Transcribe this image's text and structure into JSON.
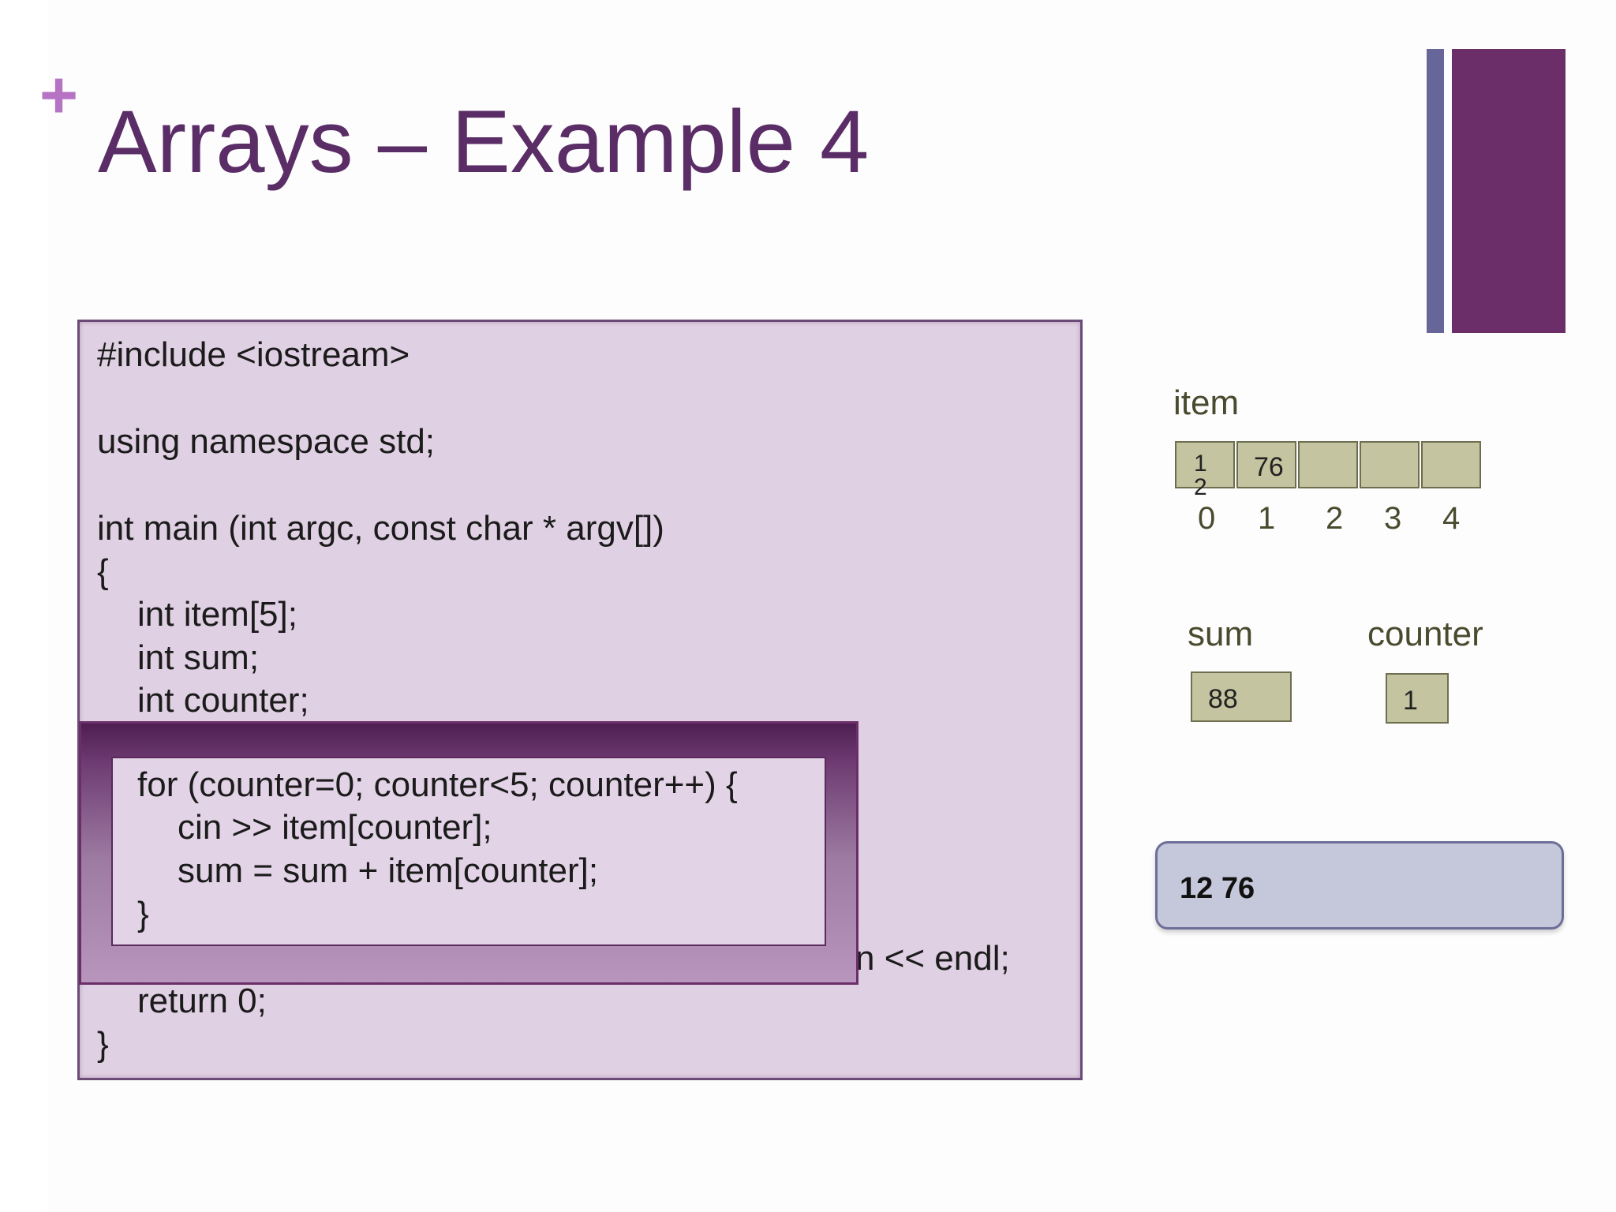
{
  "slide": {
    "plus_glyph": "+",
    "title": "Arrays – Example 4"
  },
  "code": {
    "line_include": "#include <iostream>",
    "line_using": "using namespace std;",
    "line_main": "int main (int argc, const char * argv[])",
    "line_open": "{",
    "line_item": "int item[5];",
    "line_sum": "int sum;",
    "line_counter": "int counter;",
    "line_endl_fragment": "n << endl;",
    "line_return": "return 0;",
    "line_close": "}"
  },
  "highlight": {
    "line_for": "for (counter=0; counter<5; counter++) {",
    "line_cin": "cin >> item[counter];",
    "line_sum_assign": "sum = sum + item[counter];",
    "line_close": "}"
  },
  "memory": {
    "item_label": "item",
    "item_cells": [
      "1\n2",
      "76",
      "",
      "",
      ""
    ],
    "indices": [
      "0",
      "1",
      "2",
      "3",
      "4"
    ],
    "sum_label": "sum",
    "sum_value": "88",
    "counter_label": "counter",
    "counter_value": "1"
  },
  "output": {
    "text": "12 76"
  },
  "colors": {
    "title": "#5b2d67",
    "accent_plus": "#b673c4",
    "bar_thin": "#666699",
    "bar_thick": "#6b2e68",
    "code_bg": "#e0d0e3",
    "cell_fill": "#c4c4a0",
    "output_bg": "#c5c7da"
  }
}
